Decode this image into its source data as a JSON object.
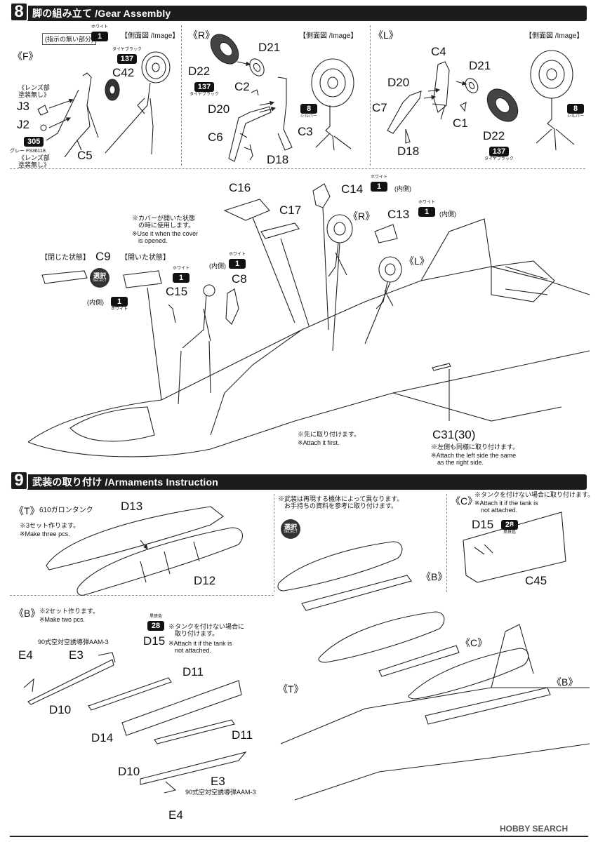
{
  "step8": {
    "number": "8",
    "title": "脚の組み立て /Gear Assembly",
    "left_panel": {
      "side": "《F》",
      "note_box": "(指示の無い部分)",
      "note_paint": {
        "name": "ホワイト",
        "code": "1"
      },
      "view_label": "【側面図 /Image】",
      "lens1": "《レンズ部\n塗装無し》",
      "lens2": "《レンズ部\n塗装無し》",
      "gray": "グレー FS36118",
      "parts": {
        "C42": "C42",
        "J3": "J3",
        "J2": "J2",
        "C5": "C5"
      },
      "paint_137": {
        "name": "タイヤブラック",
        "code": "137"
      },
      "paint_305": {
        "code": "305"
      }
    },
    "mid_panel": {
      "side": "《R》",
      "view_label": "【側面図 /Image】",
      "parts": {
        "D21": "D21",
        "D22": "D22",
        "C2": "C2",
        "D20": "D20",
        "C6": "C6",
        "C3": "C3",
        "D18": "D18"
      },
      "paint_137": {
        "name": "タイヤブラック",
        "code": "137"
      },
      "paint_8": {
        "name": "シルバー",
        "code": "8"
      }
    },
    "right_panel": {
      "side": "《L》",
      "view_label": "【側面図 /Image】",
      "parts": {
        "C4": "C4",
        "D21": "D21",
        "D20": "D20",
        "C7": "C7",
        "C1": "C1",
        "D22": "D22",
        "D18": "D18"
      },
      "paint_137": {
        "name": "タイヤブラック",
        "code": "137"
      },
      "paint_8": {
        "name": "シルバー",
        "code": "8"
      }
    },
    "lower": {
      "parts": {
        "C16": "C16",
        "C14": "C14",
        "C17": "C17",
        "C13": "C13",
        "C9": "C9",
        "C15": "C15",
        "C8": "C8",
        "C31": "C31(30)"
      },
      "side_r": "《R》",
      "side_l": "《L》",
      "c14_paint": {
        "name": "ホワイト",
        "code": "1",
        "suffix": "(内側)"
      },
      "c13_paint": {
        "name": "ホワイト",
        "code": "1",
        "suffix": "(内側)"
      },
      "c15_paint": {
        "name": "ホワイト",
        "code": "1"
      },
      "c8_paint": {
        "name": "ホワイト",
        "code": "1",
        "prefix": "(内側)"
      },
      "c9_paint": {
        "name": "ホワイト",
        "code": "1",
        "prefix": "(内側)"
      },
      "closed": "【閉じた状態】",
      "opened": "【開いた状態】",
      "select": {
        "jp": "選択",
        "en": "SELECT"
      },
      "cover_note_jp": "※カバーが開いた状態\n　の時に使用します。",
      "cover_note_en": "※Use it when the cover\n　is opened.",
      "attach_first_jp": "※先に取り付けます。",
      "attach_first_en": "※Attach it first.",
      "left_same_jp": "※左側も同様に取り付けます。",
      "left_same_en": "※Attach the left side the same\n　as the right side."
    }
  },
  "step9": {
    "number": "9",
    "title": "武装の取り付け /Armaments Instruction",
    "tank": {
      "side": "《T》",
      "name": "610ガロンタンク",
      "note_jp": "※3セット作ります。",
      "note_en": "※Make three pcs.",
      "parts": {
        "D13": "D13",
        "D12": "D12"
      }
    },
    "b": {
      "side": "《B》",
      "note_jp": "※2セット作ります。",
      "note_en": "※Make two pcs.",
      "missile1": "90式空対空誘導弾AAM-3",
      "missile2": "90式空対空誘導弾AAM-3",
      "paint_28": {
        "name": "黒鉄色",
        "code": "28"
      },
      "tank_note_jp": "※タンクを付けない場合に\n　取り付けます。",
      "tank_note_en": "※Attach it if the tank is\n　not attached.",
      "parts": {
        "E4": "E4",
        "E3": "E3",
        "D15": "D15",
        "D11": "D11",
        "D10": "D10",
        "D14": "D14",
        "D11b": "D11",
        "D10b": "D10",
        "E3b": "E3",
        "E4b": "E4"
      }
    },
    "right": {
      "note_jp": "※武装は再現する機体によって異なります。\n　お手持ちの資料を参考に取り付けます。",
      "select": {
        "jp": "選択",
        "en": "SELECT"
      },
      "sides": {
        "B": "《B》",
        "T": "《T》",
        "C": "《C》",
        "B2": "《B》"
      }
    },
    "c": {
      "side": "《C》",
      "note_jp": "※タンクを付けない場合に取り付けます。",
      "note_en": "※Attach it if the tank is\n　not attached.",
      "parts": {
        "D15": "D15",
        "C45": "C45"
      },
      "paint_28": {
        "name": "黒鉄色",
        "code": "28"
      }
    }
  },
  "watermark": "HOBBY SEARCH"
}
